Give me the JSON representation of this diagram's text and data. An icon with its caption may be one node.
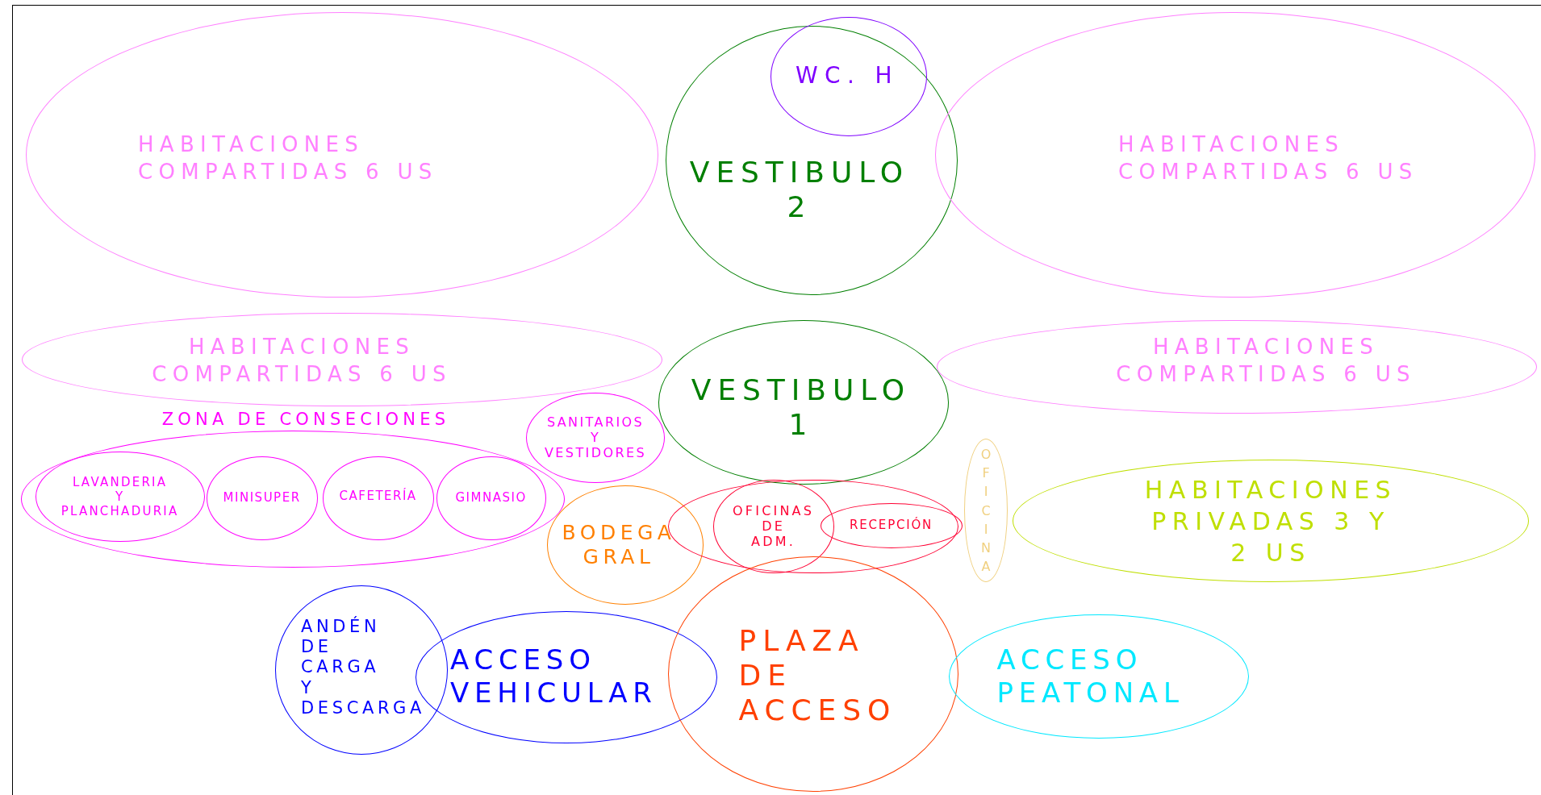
{
  "diagram": {
    "nodes": [
      {
        "text": [
          "HABITACIONES COMPARTIDAS 6 US"
        ]
      },
      {
        "text": [
          "VESTIBULO 2"
        ]
      },
      {
        "text": [
          "WC. H"
        ]
      },
      {
        "text": [
          "HABITACIONES COMPARTIDAS 6 US"
        ]
      },
      {
        "text": [
          "HABITACIONES COMPARTIDAS 6 US"
        ]
      },
      {
        "text": [
          "VESTIBULO 1"
        ]
      },
      {
        "text": [
          "HABITACIONES COMPARTIDAS 6 US"
        ]
      },
      {
        "text": [
          "ZONA DE CONSECIONES"
        ]
      },
      {
        "text": [
          "SANITARIOS Y VESTIDORES"
        ]
      },
      {
        "text": [
          "LAVANDERIA Y PLANCHADURIA"
        ],
        "in": 7
      },
      {
        "text": [
          "MINISUPER"
        ],
        "in": 7
      },
      {
        "text": [
          "CAFETERÍA"
        ],
        "in": 7
      },
      {
        "text": [
          "GIMNASIO"
        ],
        "in": 7
      },
      {
        "text": [
          "BODEGA GRAL"
        ]
      },
      {
        "text": [],
        "shape": "ellipse"
      },
      {
        "text": [
          "OFICINAS DE ADM."
        ],
        "in": 14
      },
      {
        "text": [
          "RECEPCIÓN"
        ],
        "in": 14
      },
      {
        "text": [
          "OFICINA"
        ]
      },
      {
        "text": [
          "HABITACIONES PRIVADAS 3 Y 2 US"
        ]
      },
      {
        "text": [
          "ANDÉN DE CARGA Y DESCARGA"
        ]
      },
      {
        "text": [
          "ACCESO VEHICULAR"
        ]
      },
      {
        "text": [
          "PLAZA DE ACCESO"
        ]
      },
      {
        "text": [
          "ACCESO PEATONAL"
        ]
      }
    ],
    "edges": []
  }
}
